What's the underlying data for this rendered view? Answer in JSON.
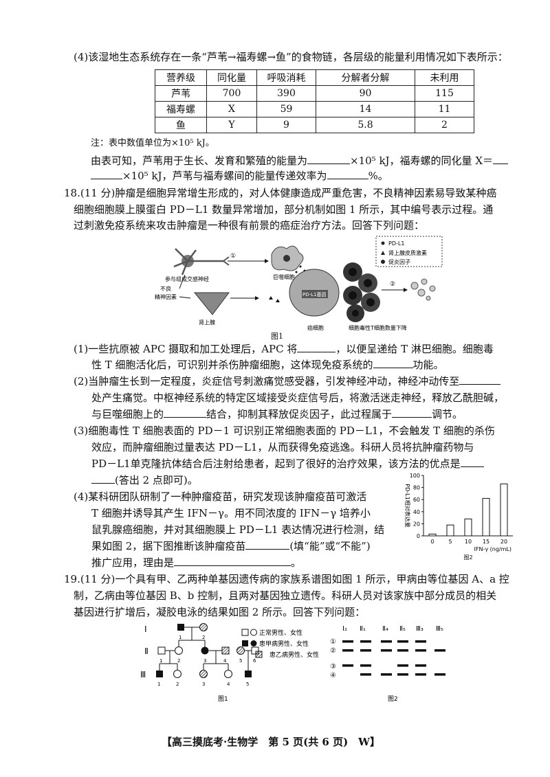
{
  "q17_4": {
    "intro": "(4)该湿地生态系统存在一条“芦苇→福寿螺→鱼”的食物链，各层级的能量利用情况如下表所示：",
    "table": {
      "headers": [
        "营养级",
        "同化量",
        "呼吸消耗",
        "分解者分解",
        "未利用"
      ],
      "rows": [
        [
          "芦苇",
          "700",
          "390",
          "90",
          "115"
        ],
        [
          "福寿螺",
          "X",
          "59",
          "14",
          "11"
        ],
        [
          "鱼",
          "Y",
          "9",
          "5.8",
          "2"
        ]
      ]
    },
    "note": "注：表中数值单位为×10⁵ kJ。",
    "q_line1a": "由表可知，芦苇用于生长、发育和繁殖的能量为",
    "q_line1b": "×10⁵ kJ，福寿螺的同化量 X＝",
    "q_line2a": "×10⁵ kJ，芦苇与福寿螺间的能量传递效率为",
    "q_line2b": "%。"
  },
  "q18": {
    "stem": [
      "18.(11 分)肿瘤是细胞异常增生形成的，对人体健康造成严重危害，不良精神因素易导致某种癌",
      "细胞细胞膜上膜蛋白 PD－L1 数量异常增加，部分机制如图 1 所示，其中编号表示过程。通",
      "过刺激免疫系统来攻击肿瘤是一种很有前景的癌症治疗方法。回答下列问题："
    ],
    "fig1": {
      "legend": [
        "PD-L1",
        "肾上腺皮质激素",
        "促炎因子"
      ],
      "labels": {
        "factor": "不良\n精神因素",
        "nerve": "参与组成交感神经",
        "macrophage": "巨噬细胞",
        "adrenal": "肾上腺",
        "gene": "PD-L1基因",
        "cancer": "癌细胞",
        "tcells": "细胞毒性T细胞数量下降",
        "step1": "①",
        "step2": "②"
      },
      "caption": "图1"
    },
    "p1": [
      {
        "a": "(1)一些抗原被 APC 摄取和加工处理后，APC 将",
        "b": "，以便呈递给 T 淋巴细胞。细胞毒"
      },
      {
        "a": "性 T 细胞活化后，可识别并杀伤肿瘤细胞，这体现免疫系统的",
        "b": "功能。"
      }
    ],
    "p2": [
      {
        "a": "(2)当肿瘤生长到一定程度，炎症信号刺激痛觉感受器，引发神经冲动，神经冲动传至",
        "b": ""
      },
      {
        "a": "处产生痛觉。中枢神经系统的特定区域接受炎症信号后，将激活迷走神经，释放乙酰胆碱，",
        "b": ""
      },
      {
        "a": "与巨噬细胞上的",
        "b": "结合，抑制其释放促炎因子，此过程属于",
        "c": "调节。"
      }
    ],
    "p3": [
      "(3)细胞毒性 T 细胞表面的 PD－1 可识别正常细胞表面的 PD－L1，不会触发 T 细胞的杀伤",
      "效应，而肿瘤细胞过量表达 PD－L1，从而获得免疫逃逸。科研人员将抗肿瘤药物与",
      "PD－L1单克隆抗体结合后注射给患者，起到了很好的治疗效果，该方法的优点是",
      "(答出 2 点即可)。"
    ],
    "p4": [
      "(4)某科研团队研制了一种肿瘤疫苗，研究发现该肿瘤疫苗可激活",
      "T 细胞并诱导其产生 IFN－γ。用不同浓度的 IFN－γ 培养小",
      "鼠乳腺癌细胞，并对其细胞膜上 PD－L1 表达情况进行检测，结",
      "果如图 2，据下图推断该肿瘤疫苗",
      "(填“能”或“不能”)",
      "推广应用，理由是",
      "。"
    ]
  },
  "chart_data": {
    "type": "bar",
    "categories": [
      "0",
      "5",
      "10",
      "15",
      "20"
    ],
    "values": [
      3,
      18,
      28,
      62,
      86
    ],
    "ylim": [
      0,
      100
    ],
    "yticks": [
      "0",
      "20",
      "40",
      "60",
      "80",
      "100"
    ],
    "ylabel": "PD-L1相对表达量",
    "xlabel": "IFN-γ (ng/mL)",
    "caption": "图2"
  },
  "q19": {
    "stem": [
      "19.(11 分)一个具有甲、乙两种单基因遗传病的家族系谱图如图 1 所示，甲病由等位基因 A、a 控",
      "制，乙病由等位基因 B、b 控制，且两对基因独立遗传。科研人员对该家族中部分成员的相关",
      "基因进行扩增后，凝胶电泳的结果如图 2 所示。回答下列问题："
    ],
    "pedigree": {
      "gens": [
        "Ⅰ",
        "Ⅱ",
        "Ⅲ"
      ],
      "num_I": [
        "1",
        "2"
      ],
      "num_II": [
        "1",
        "2",
        "3",
        "4",
        "5",
        "6"
      ],
      "num_III": [
        "1",
        "2",
        "3",
        "4",
        "5"
      ],
      "legend": [
        "正常男性、女性",
        "患甲病男性、女性",
        "患乙病男性、女性"
      ],
      "caption": "图1"
    },
    "gel": {
      "lanes": [
        "Ⅰ₂",
        "Ⅱ₁",
        "Ⅱ₄",
        "Ⅱ₅",
        "Ⅲ₃",
        "Ⅲ₅"
      ],
      "bands": [
        "①",
        "②",
        "③",
        "④"
      ],
      "caption": "图2"
    }
  },
  "footer": "【高三摸底考·生物学　第 5 页(共 6 页)　W】"
}
